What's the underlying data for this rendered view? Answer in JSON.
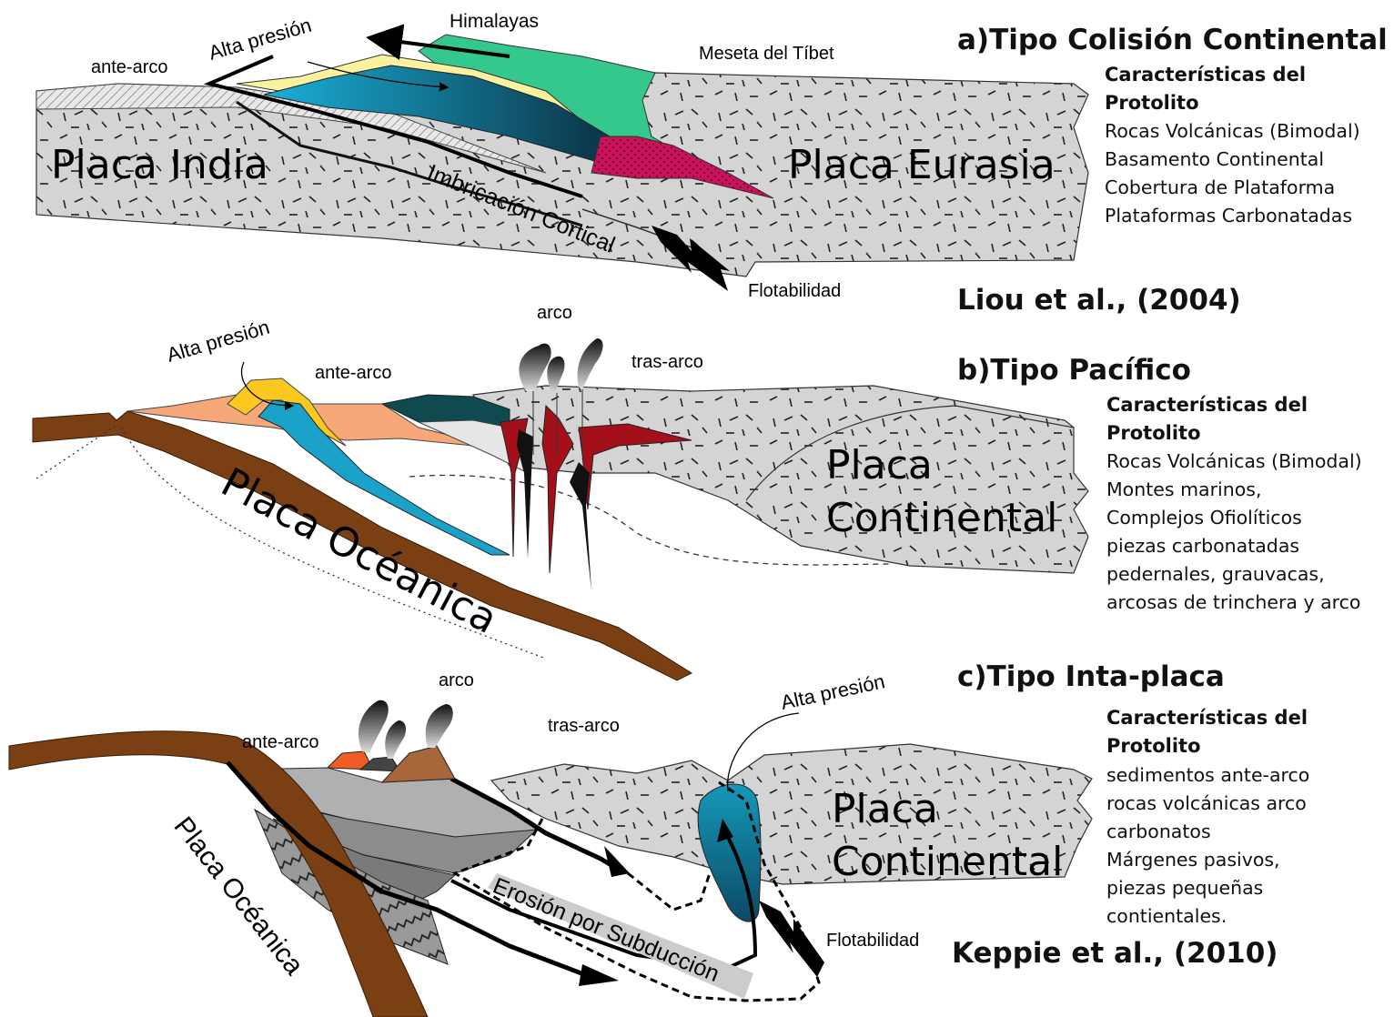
{
  "panel_a": {
    "title": "a)Tipo Colisión Continental",
    "protolith_heading_1": "Características del",
    "protolith_heading_2": "Protolito",
    "protolith_items": [
      "Rocas Volcánicas (Bimodal)",
      "Basamento Continental",
      "Cobertura de Plataforma",
      "Plataformas Carbonatadas"
    ],
    "citation": "Liou et al., (2004)",
    "labels": {
      "himalayas": "Himalayas",
      "alta_presion": "Alta presión",
      "ante_arco": "ante-arco",
      "meseta": "Meseta del Tíbet",
      "placa_india": "Placa India",
      "placa_eurasia": "Placa Eurasia",
      "imbricacion": "Imbricación Cortical",
      "flotabilidad": "Flotabilidad"
    }
  },
  "panel_b": {
    "title": "b)Tipo Pacífico",
    "protolith_heading_1": "Características del",
    "protolith_heading_2": "Protolito",
    "protolith_items": [
      "Rocas Volcánicas (Bimodal)",
      "Montes marinos,",
      "Complejos Ofiolíticos",
      "piezas carbonatadas",
      "pedernales, grauvacas,",
      "arcosas de trinchera y arco"
    ],
    "labels": {
      "arco": "arco",
      "alta_presion": "Alta presión",
      "ante_arco": "ante-arco",
      "tras_arco": "tras-arco",
      "placa_oceanica": "Placa Océanica",
      "placa_continental_1": "Placa",
      "placa_continental_2": "Continental"
    }
  },
  "panel_c": {
    "title": "c)Tipo Inta-placa",
    "protolith_heading_1": "Características del",
    "protolith_heading_2": "Protolito",
    "protolith_items": [
      "sedimentos ante-arco",
      "rocas volcánicas arco",
      "carbonatos",
      "Márgenes pasivos,",
      "piezas pequeñas",
      "contientales."
    ],
    "citation": "Keppie et al., (2010)",
    "labels": {
      "arco": "arco",
      "ante_arco": "ante-arco",
      "tras_arco": "tras-arco",
      "alta_presion": "Alta presión",
      "placa_continental_1": "Placa",
      "placa_continental_2": "Continental",
      "placa_oceanica": "Placa Océanica",
      "erosion": "Erosión por Subducción",
      "flotabilidad": "Flotabilidad"
    }
  },
  "colors": {
    "crust": "#d4d4d4",
    "oceanic_plate": "#7a3f12",
    "green": "#34c88c",
    "yellow": "#fbf2a0",
    "blue": "#1aa2c8",
    "magenta": "#c8125a",
    "salmon": "#f7a878",
    "orange": "#fac81e",
    "dark_red": "#a4101a",
    "teal_dark": "#0f4a50",
    "erosion_band": "#cccccc"
  }
}
